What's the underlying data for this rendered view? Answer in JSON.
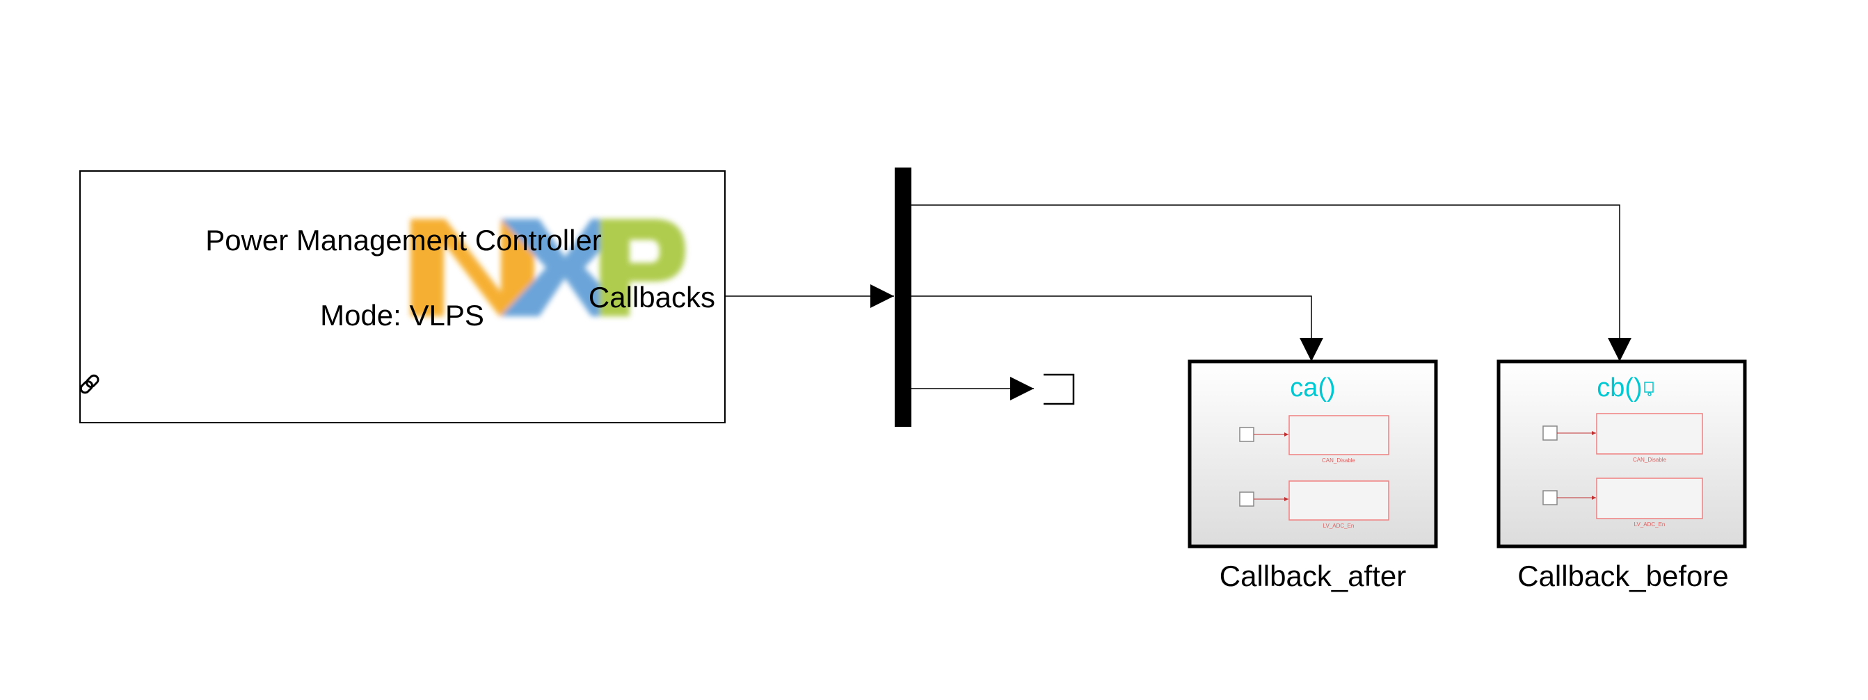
{
  "pmc_block": {
    "title": "Power Management Controller",
    "mode": "Mode: VLPS",
    "output_port": "Callbacks",
    "logo_icon": "nxp-logo",
    "link_icon": "library-link-icon"
  },
  "demux_block": {
    "icon": "demux-bar",
    "outputs": 3
  },
  "terminator_block": {
    "icon": "terminator-icon"
  },
  "subsystems": [
    {
      "name": "Callback_after",
      "function": "ca()",
      "inner_blocks": [
        "CAN_Disable",
        "LV_ADC_En"
      ]
    },
    {
      "name": "Callback_before",
      "function": "cb()",
      "inner_blocks": [
        "CAN_Disable",
        "LV_ADC_En"
      ]
    }
  ],
  "colors": {
    "function_text": "#00c8d2",
    "inner_block_border": "#f08080",
    "logo_orange": "#f5a71c",
    "logo_blue": "#5b9bd5",
    "logo_green": "#a7c73b"
  }
}
